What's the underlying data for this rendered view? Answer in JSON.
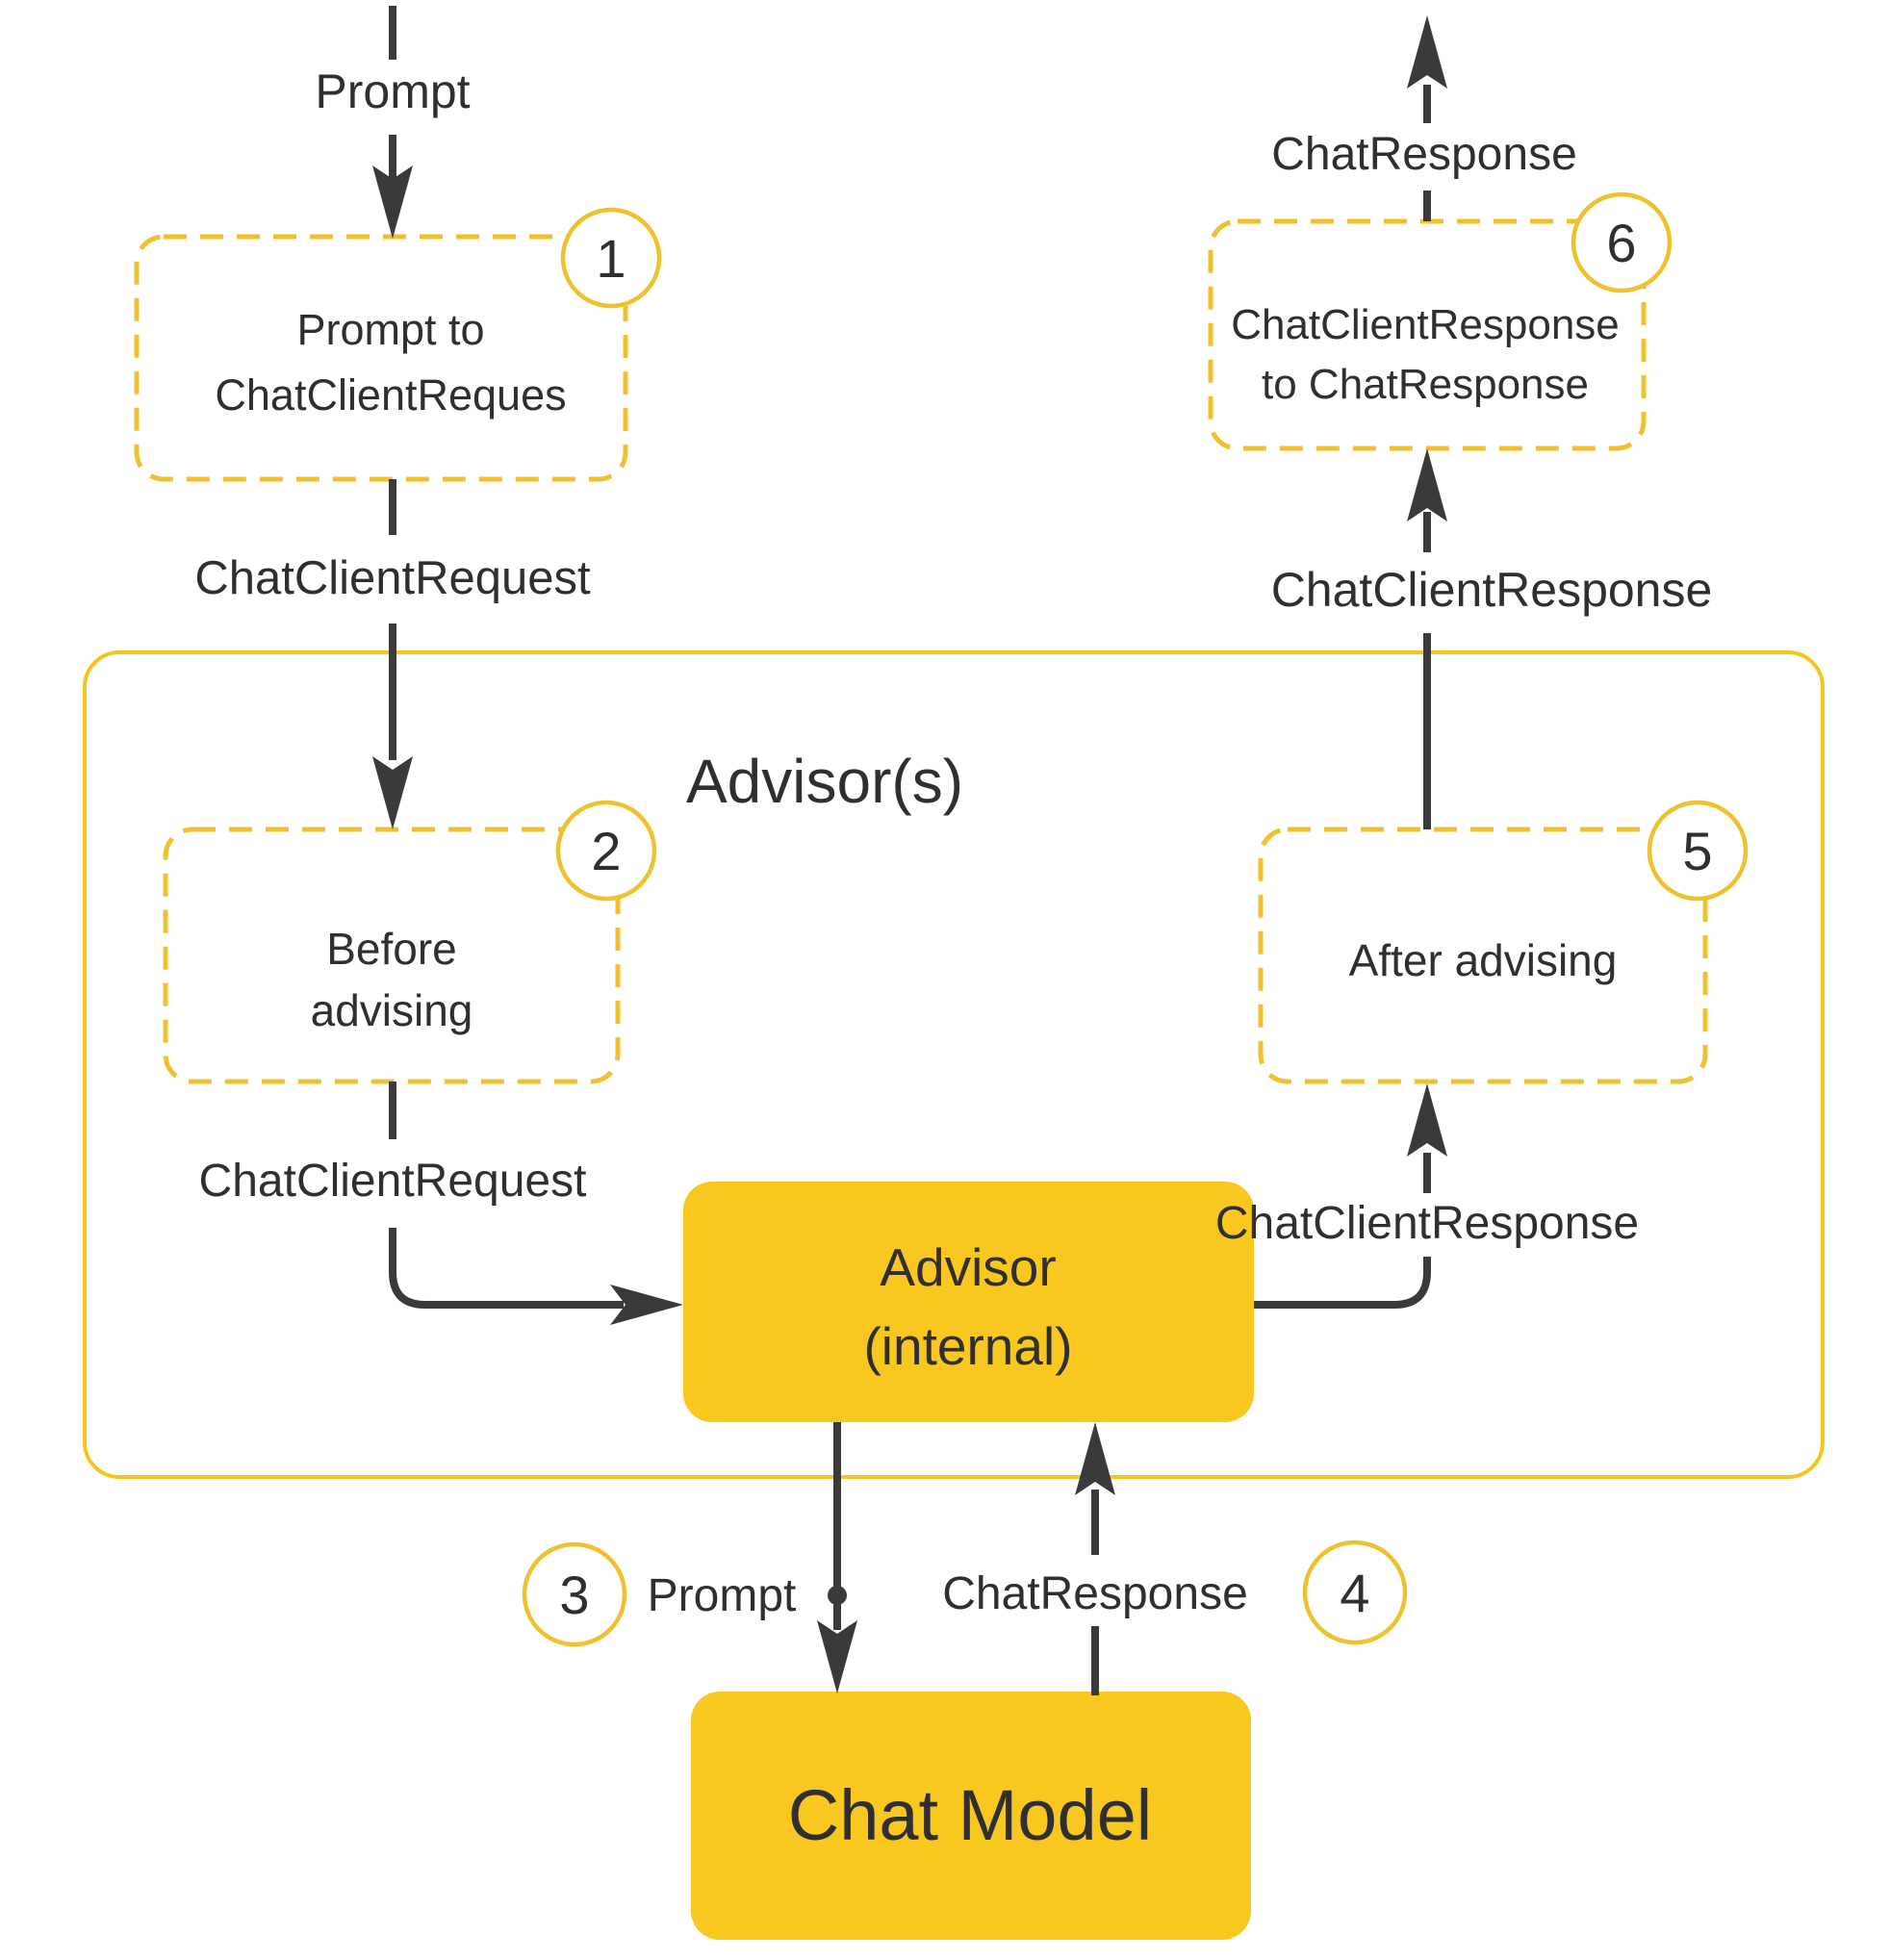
{
  "colors": {
    "yellow_fill": "#F8C720",
    "yellow_stroke": "#F0C12F",
    "container_stroke": "#F3C51D",
    "line_dark": "#3A3A3C",
    "text_dark": "#2F2F31"
  },
  "container": {
    "title": "Advisor(s)"
  },
  "nodes": {
    "step1": {
      "badge": "1",
      "line1": "Prompt to",
      "line2": "ChatClientReques"
    },
    "step2": {
      "badge": "2",
      "line1": "Before",
      "line2": "advising"
    },
    "step5": {
      "badge": "5",
      "line1": "After advising"
    },
    "step6": {
      "badge": "6",
      "line1": "ChatClientResponse",
      "line2": "to ChatResponse"
    },
    "advisor_internal": {
      "line1": "Advisor",
      "line2": "(internal)"
    },
    "chat_model": {
      "label": "Chat Model"
    }
  },
  "badges": {
    "step3": "3",
    "step4": "4"
  },
  "labels": {
    "prompt_top": "Prompt",
    "chat_client_request_outer": "ChatClientRequest",
    "chat_client_request_inner": "ChatClientRequest",
    "chat_client_response_inner": "ChatClientResponse",
    "chat_client_response_outer": "ChatClientResponse",
    "chat_response_top": "ChatResponse",
    "prompt_bottom": "Prompt",
    "chat_response_bottom": "ChatResponse"
  }
}
